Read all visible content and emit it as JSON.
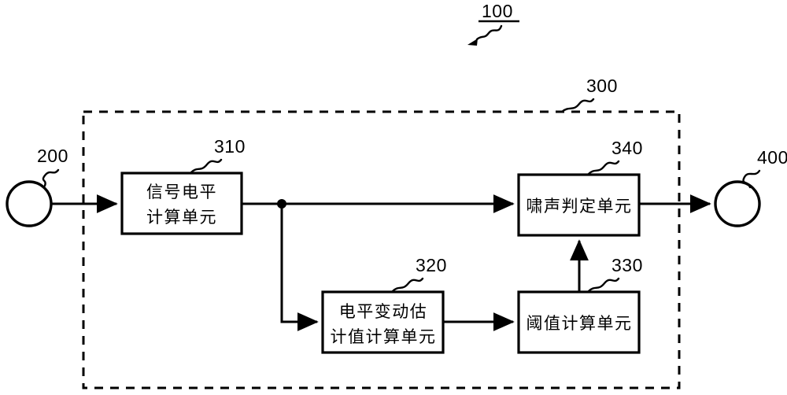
{
  "figure": {
    "title_ref": "100",
    "system_ref": "300"
  },
  "nodes": {
    "input_terminal": {
      "ref": "200",
      "shape": "circle"
    },
    "output_terminal": {
      "ref": "400",
      "shape": "circle"
    }
  },
  "blocks": [
    {
      "ref": "310",
      "name": "signal-level-calculation-unit",
      "lines": [
        "信号电平",
        "计算单元"
      ]
    },
    {
      "ref": "320",
      "name": "level-variation-estimate-value-calculation-unit",
      "lines": [
        "电平变动估",
        "计值计算单元"
      ]
    },
    {
      "ref": "330",
      "name": "threshold-calculation-unit",
      "lines": [
        "阈值计算单元"
      ]
    },
    {
      "ref": "340",
      "name": "howling-determination-unit",
      "lines": [
        "啸声判定单元"
      ]
    }
  ],
  "colors": {
    "line": "#000000",
    "background": "#ffffff"
  }
}
